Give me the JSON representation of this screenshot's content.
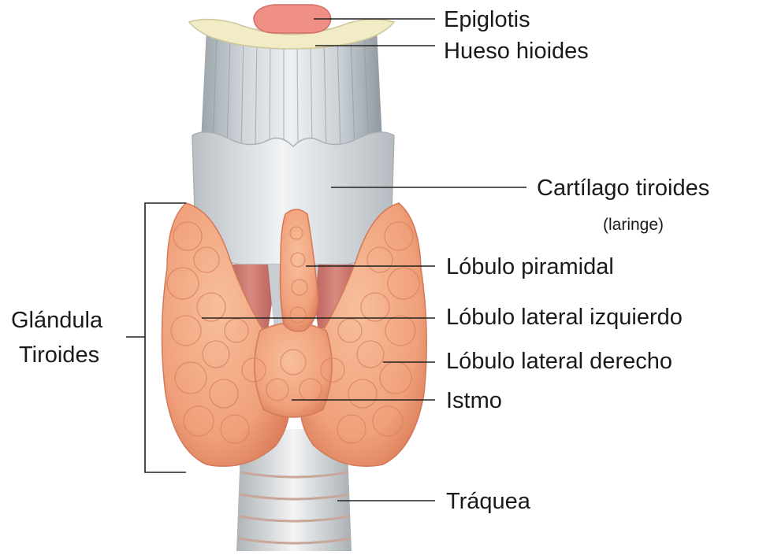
{
  "labels": {
    "epiglottis": "Epiglotis",
    "hyoid": "Hueso hioides",
    "thyroid_cartilage": "Cartílago tiroides",
    "larynx": "(laringe)",
    "pyramidal_lobe": "Lóbulo piramidal",
    "left_lobe": "Lóbulo lateral izquierdo",
    "right_lobe": "Lóbulo lateral derecho",
    "isthmus": "Istmo",
    "trachea": "Tráquea",
    "gland_line1": "Glándula",
    "gland_line2": "Tiroides"
  },
  "colors": {
    "gland": "#f2a57d",
    "gland_dark": "#d9785a",
    "cartilage": "#d9dde0",
    "trachea": "#e4e6e7",
    "muscle": "#c9706a",
    "epiglottis": "#ef8f86",
    "hyoid": "#f0ecc8"
  }
}
